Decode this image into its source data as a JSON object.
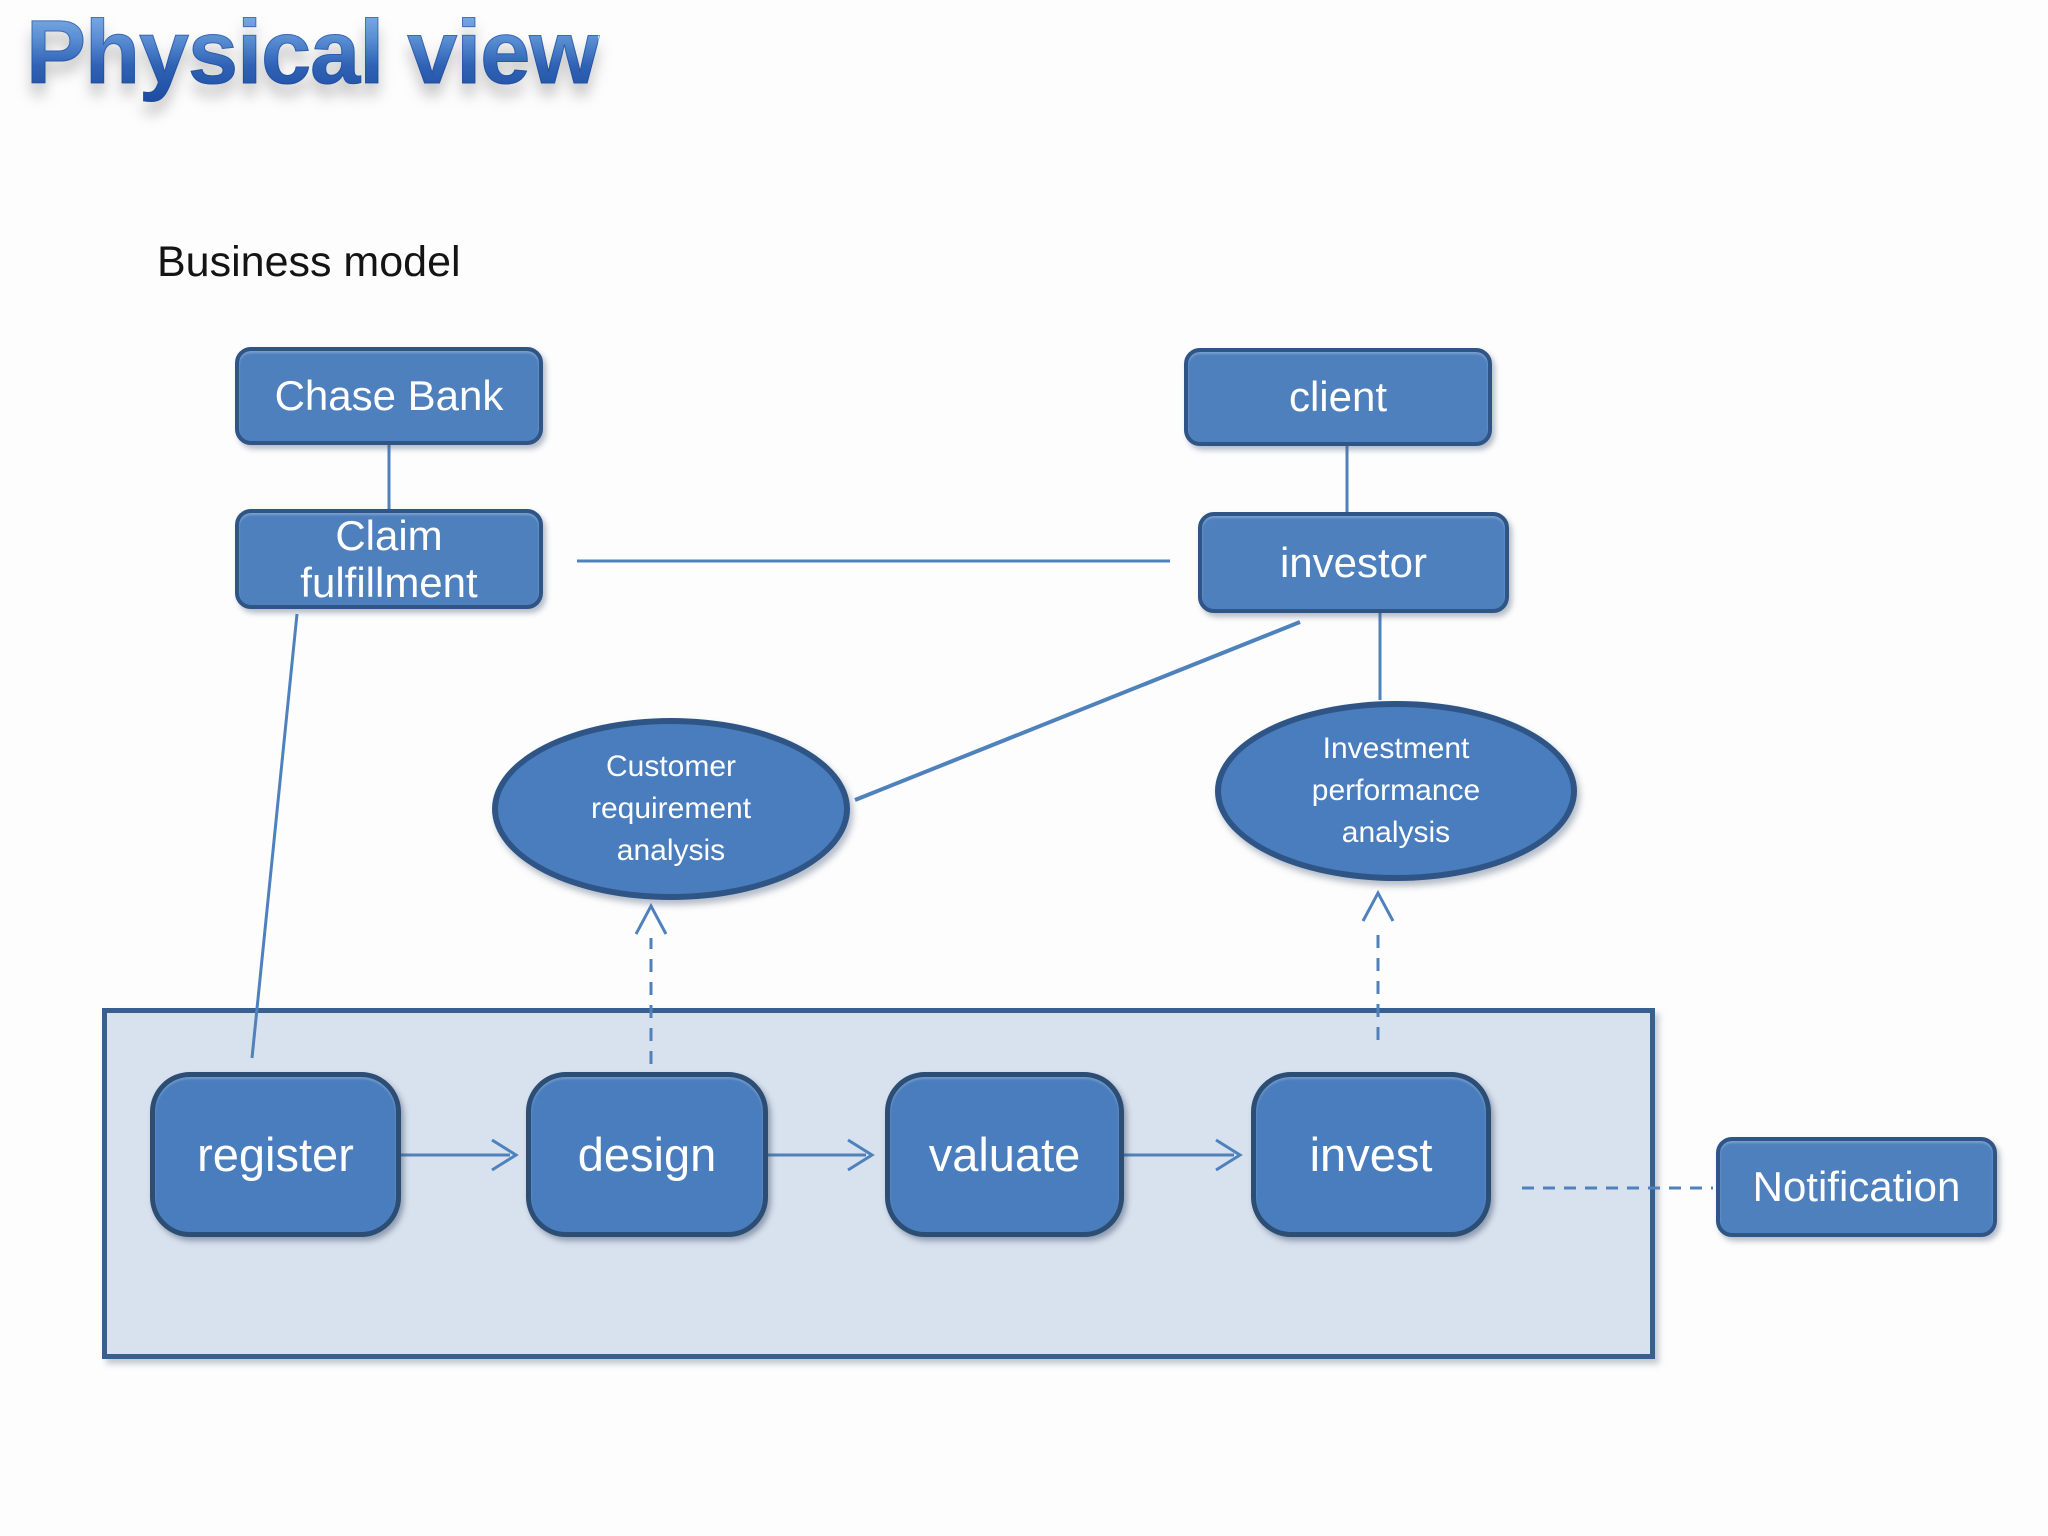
{
  "title": "Physical view",
  "subtitle": "Business model",
  "colors": {
    "node_fill": "#4e80bd",
    "node_border": "#2f5486",
    "container_fill": "#d8e1ee",
    "container_border": "#38608e",
    "connector": "#4f81bd",
    "title_gradient_top": "#8cb9ec",
    "title_gradient_bottom": "#1c4a9e",
    "text_on_node": "#ffffff",
    "subtitle_text": "#141414"
  },
  "nodes": {
    "chase_bank": {
      "label": "Chase Bank"
    },
    "claim_fulfillment": {
      "label": "Claim fulfillment"
    },
    "client": {
      "label": "client"
    },
    "investor": {
      "label": "investor"
    },
    "customer_requirement_analysis": {
      "label": "Customer requirement analysis"
    },
    "investment_performance_analysis": {
      "label": "Investment performance analysis"
    },
    "register": {
      "label": "register"
    },
    "design": {
      "label": "design"
    },
    "valuate": {
      "label": "valuate"
    },
    "invest": {
      "label": "invest"
    },
    "notification": {
      "label": "Notification"
    }
  },
  "connections": [
    {
      "from": "chase_bank",
      "to": "claim_fulfillment",
      "style": "solid"
    },
    {
      "from": "client",
      "to": "investor",
      "style": "solid"
    },
    {
      "from": "claim_fulfillment",
      "to": "investor",
      "style": "solid"
    },
    {
      "from": "claim_fulfillment",
      "to": "register",
      "style": "solid"
    },
    {
      "from": "investor",
      "to": "customer_requirement_analysis",
      "style": "solid"
    },
    {
      "from": "investor",
      "to": "investment_performance_analysis",
      "style": "solid"
    },
    {
      "from": "register",
      "to": "design",
      "style": "arrow"
    },
    {
      "from": "design",
      "to": "valuate",
      "style": "arrow"
    },
    {
      "from": "valuate",
      "to": "invest",
      "style": "arrow"
    },
    {
      "from": "design",
      "to": "customer_requirement_analysis",
      "style": "dashed-arrow"
    },
    {
      "from": "invest",
      "to": "investment_performance_analysis",
      "style": "dashed-arrow"
    },
    {
      "from": "invest",
      "to": "notification",
      "style": "dashed"
    }
  ]
}
